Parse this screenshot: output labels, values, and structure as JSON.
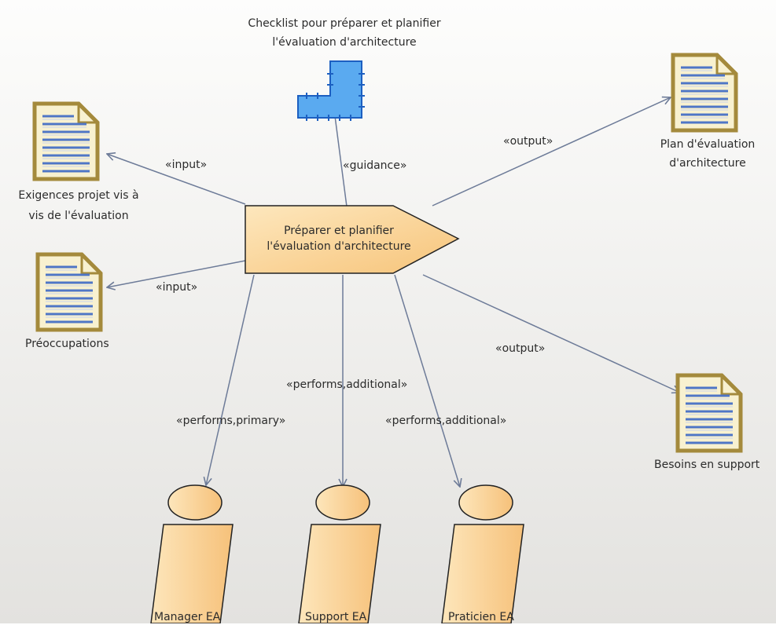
{
  "activity": {
    "label_line1": "Préparer et planifier",
    "label_line2": "l'évaluation d'architecture"
  },
  "guidance": {
    "label_line1": "Checklist pour préparer et planifier",
    "label_line2": "l'évaluation d'architecture"
  },
  "artifacts": {
    "exigences": {
      "label_line1": "Exigences projet vis à",
      "label_line2": "vis de l'évaluation"
    },
    "preoccupations": {
      "label": "Préoccupations"
    },
    "plan": {
      "label_line1": "Plan d'évaluation",
      "label_line2": "d'architecture"
    },
    "besoins": {
      "label": "Besoins en support"
    }
  },
  "roles": {
    "manager": {
      "label": "Manager EA"
    },
    "support": {
      "label": "Support EA"
    },
    "praticien": {
      "label": "Praticien EA"
    }
  },
  "connectors": {
    "input1": "«input»",
    "input2": "«input»",
    "guidance": "«guidance»",
    "output1": "«output»",
    "output2": "«output»",
    "performs_primary": "«performs,primary»",
    "performs_additional1": "«performs,additional»",
    "performs_additional2": "«performs,additional»"
  },
  "colors": {
    "background_top": "#fdfdfc",
    "background_bottom": "#e3e2df",
    "activity_fill": "#fbd69a",
    "role_fill": "#fbd69a",
    "doc_frame": "#a48a3c",
    "doc_fill": "#f8f1d0",
    "doc_line": "#4f76c6",
    "guidance_fill": "#5aaaf0",
    "connector": "#6d7b98"
  }
}
